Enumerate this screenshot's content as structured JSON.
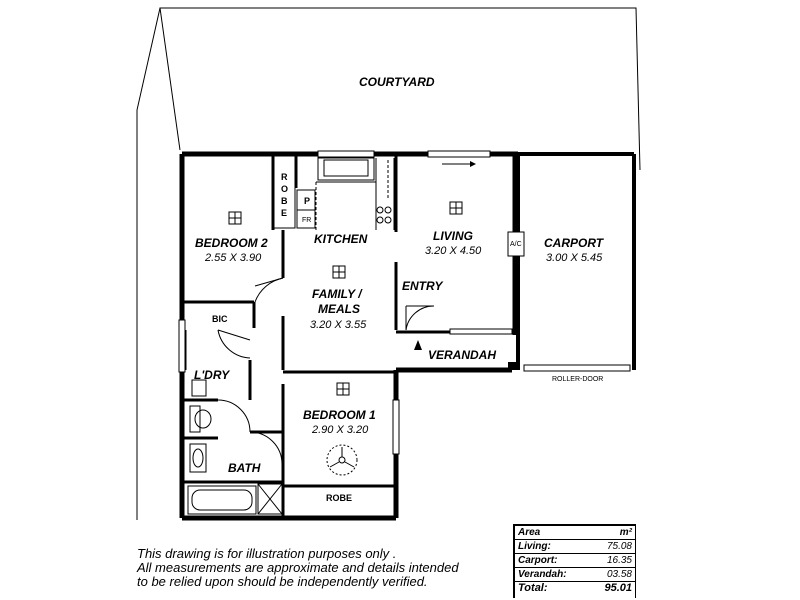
{
  "rooms": {
    "courtyard": "COURTYARD",
    "bedroom2": {
      "name": "BEDROOM 2",
      "dims": "2.55 X 3.90"
    },
    "robe_vertical": [
      "R",
      "O",
      "B",
      "E"
    ],
    "pantry": "P",
    "fridge": "FR",
    "kitchen": "KITCHEN",
    "living": {
      "name": "LIVING",
      "dims": "3.20 X 4.50"
    },
    "ac": "A/C",
    "carport": {
      "name": "CARPORT",
      "dims": "3.00 X 5.45"
    },
    "family": {
      "name_line1": "FAMILY /",
      "name_line2": "MEALS",
      "dims": "3.20 X 3.55"
    },
    "entry": "ENTRY",
    "bic": "BIC",
    "verandah": "VERANDAH",
    "roller_door": "ROLLER-DOOR",
    "laundry": "L'DRY",
    "bedroom1": {
      "name": "BEDROOM 1",
      "dims": "2.90 X 3.20"
    },
    "bath": "BATH",
    "robe": "ROBE"
  },
  "disclaimer": [
    "This drawing is for illustration purposes only .",
    "All measurements are approximate and details intended",
    "to be relied upon should be independently verified."
  ],
  "area_table": {
    "header_label": "Area",
    "header_unit": "m²",
    "rows": [
      {
        "label": "Living:",
        "value": "75.08"
      },
      {
        "label": "Carport:",
        "value": "16.35"
      },
      {
        "label": "Verandah:",
        "value": "03.58"
      }
    ],
    "total_label": "Total:",
    "total_value": "95.01"
  }
}
